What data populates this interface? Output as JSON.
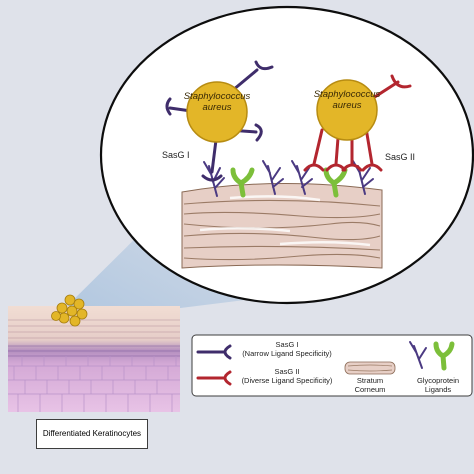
{
  "magnified_view": {
    "left_bacterium": {
      "name": "Staphylococcus aureus",
      "adhesin": "SasG I"
    },
    "right_bacterium": {
      "name": "Staphylococcus aureus",
      "adhesin": "SasG II"
    }
  },
  "tissue_panel": {
    "caption": "Differentiated Keratinocytes"
  },
  "legend": {
    "sasg1": {
      "title": "SasG I",
      "subtitle": "(Narrow Ligand Specificity)",
      "color": "#3f2d6b"
    },
    "sasg2": {
      "title": "SasG II",
      "subtitle": "(Diverse Ligand Specificity)",
      "color": "#b3262f"
    },
    "stratum": {
      "label": "Stratum Corneum"
    },
    "glyco": {
      "label": "Glycoprotein Ligands"
    }
  },
  "colors": {
    "background": "#dfe2ea",
    "bacterium": "#e3b628",
    "bacterium_stroke": "#b78c12",
    "ligand_purple": "#4b3a82",
    "ligand_green": "#7cbf3a",
    "skin": "#e7cfc6"
  },
  "icons": [
    "staphylococcus-icon",
    "sasg1-receptor-icon",
    "sasg2-receptor-icon",
    "stratum-corneum-icon",
    "glycoprotein-icon"
  ]
}
